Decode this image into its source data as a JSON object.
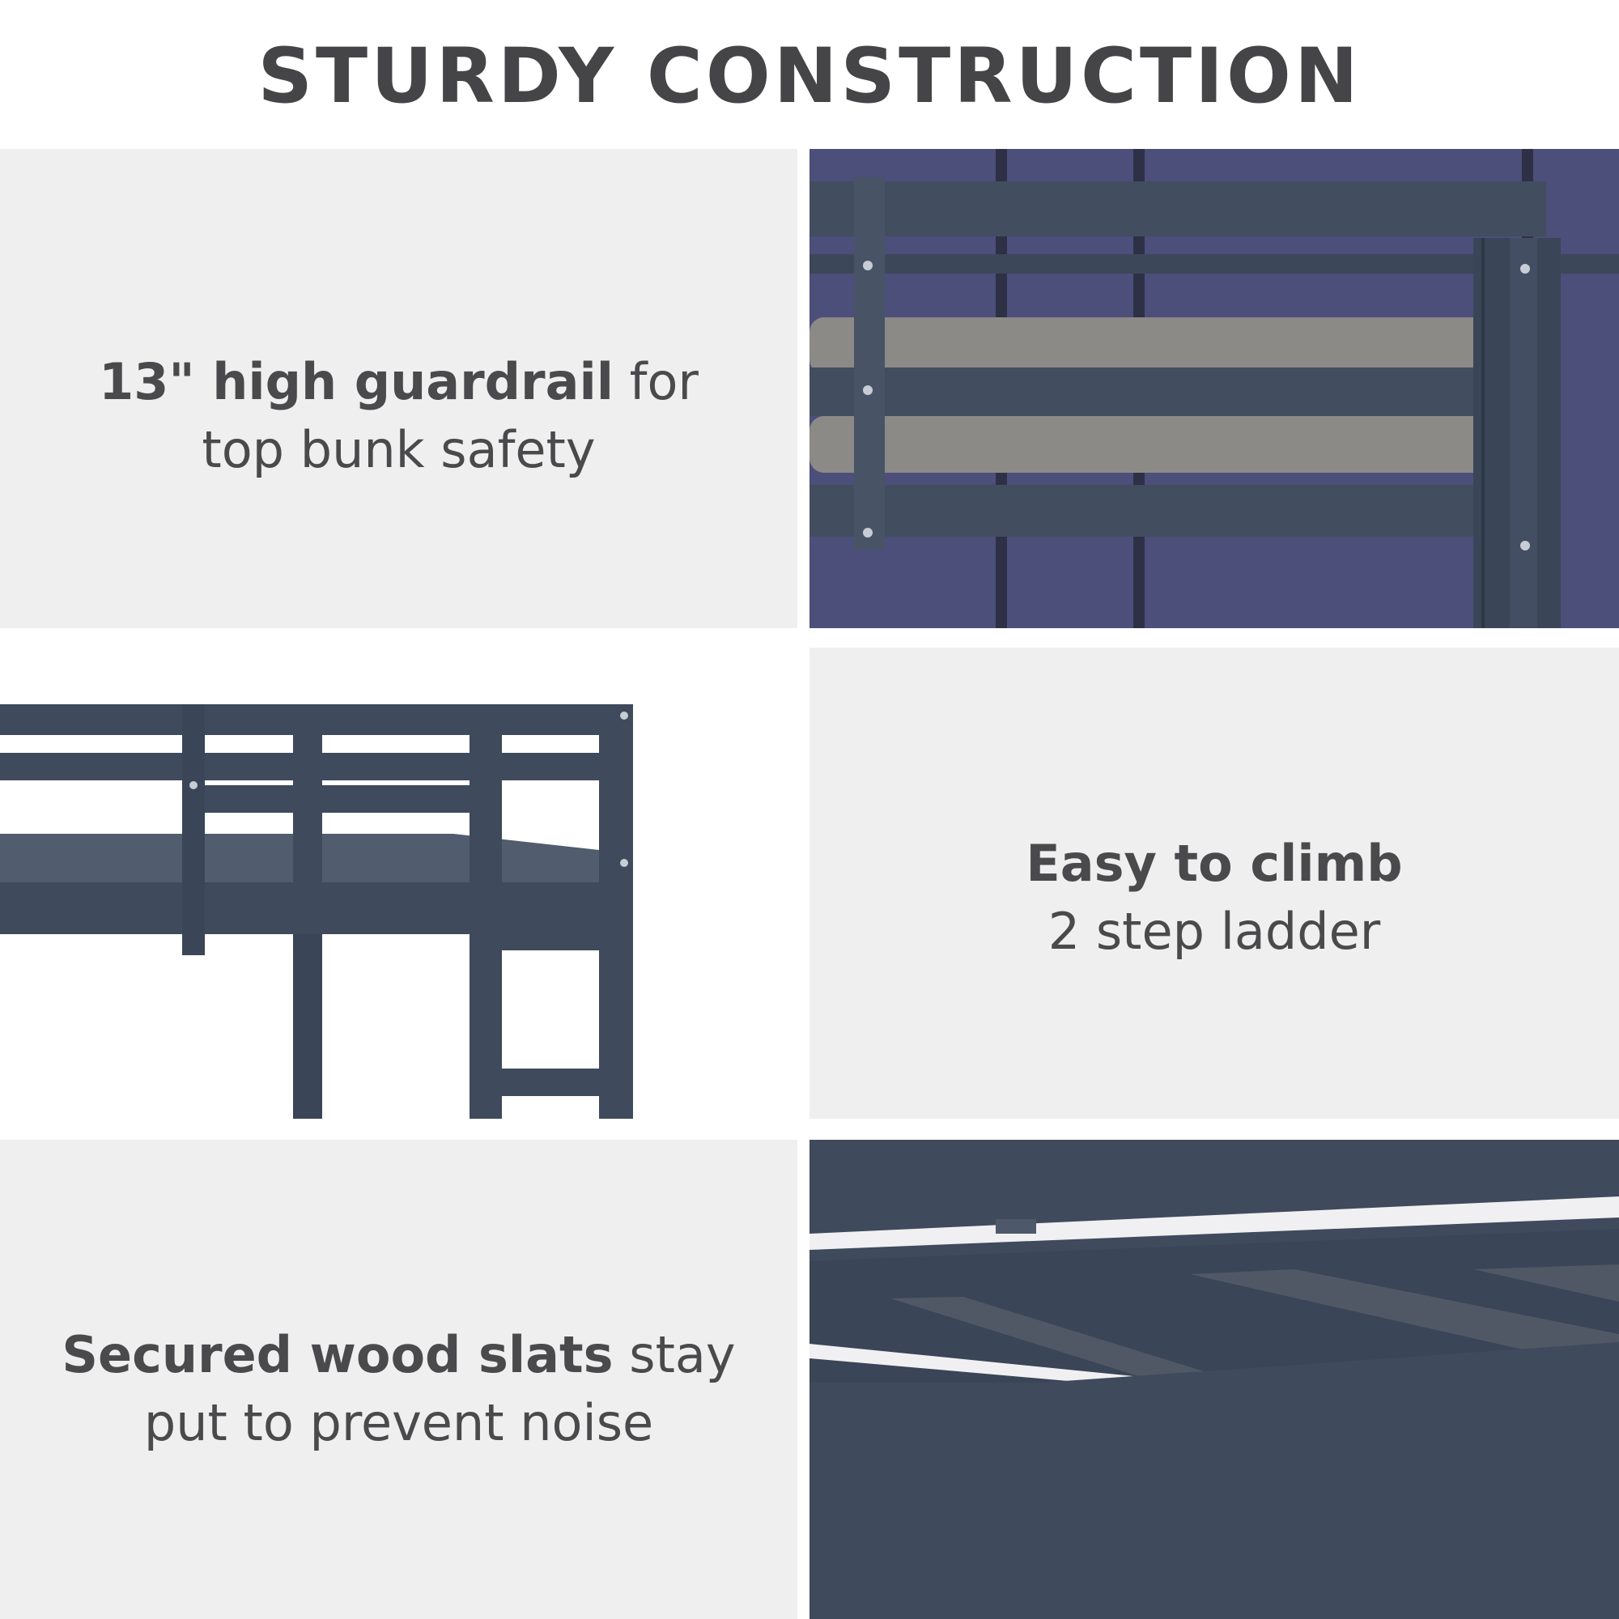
{
  "header": {
    "title": "STURDY CONSTRUCTION"
  },
  "features": [
    {
      "line1_bold": "13\" high guardrail",
      "line1_rest": " for",
      "line2": "top bunk safety",
      "image": "guardrail-photo"
    },
    {
      "line1_bold": "Easy to climb",
      "line1_rest": "",
      "line2": "2 step ladder",
      "image": "ladder-photo"
    },
    {
      "line1_bold": "Secured wood slats",
      "line1_rest": " stay",
      "line2": "put to prevent noise",
      "image": "slats-photo"
    }
  ],
  "colors": {
    "text": "#4a4a4c",
    "panel": "#efefef",
    "frame": "#3f4a5c",
    "wall": "#4c4f7a",
    "mattress": "#8c8a86"
  }
}
